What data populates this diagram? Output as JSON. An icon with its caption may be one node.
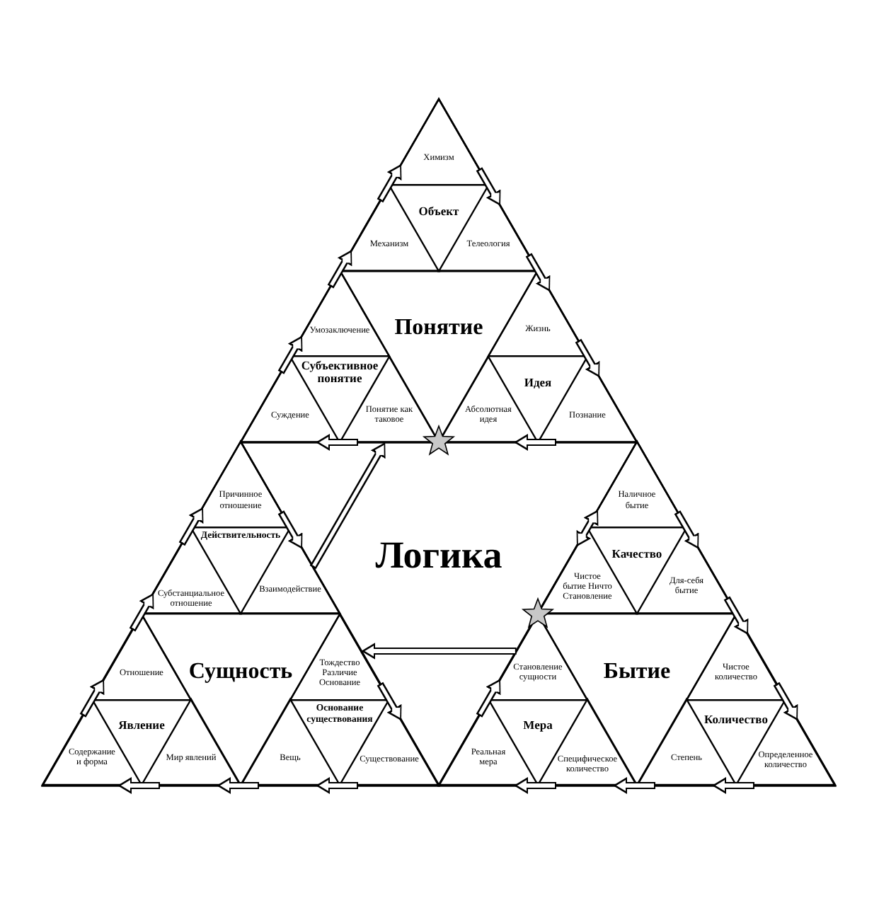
{
  "diagram": {
    "nodes": [
      {
        "text": [
          "Понятие"
        ]
      },
      {
        "text": [
          "Объект"
        ],
        "in": 0
      },
      {
        "text": [
          "Химизм"
        ],
        "in": 1
      },
      {
        "text": [
          "Механизм"
        ],
        "in": 1
      },
      {
        "text": [
          "Телеология"
        ],
        "in": 1
      },
      {
        "text": [
          "Субъективное понятие"
        ],
        "in": 0
      },
      {
        "text": [
          "Умозаключение"
        ],
        "in": 5
      },
      {
        "text": [
          "Суждение"
        ],
        "in": 5
      },
      {
        "text": [
          "Понятие как таковое"
        ],
        "in": 5
      },
      {
        "text": [
          "Идея"
        ],
        "in": 0
      },
      {
        "text": [
          "Жизнь"
        ],
        "in": 9
      },
      {
        "text": [
          "Абсолютная идея"
        ],
        "in": 9
      },
      {
        "text": [
          "Познание"
        ],
        "in": 9
      },
      {
        "text": [
          "Логика"
        ]
      },
      {
        "text": [
          "Сущность"
        ]
      },
      {
        "text": [
          "Действительность"
        ],
        "in": 14
      },
      {
        "text": [
          "Причинное отношение"
        ],
        "in": 15
      },
      {
        "text": [
          "Субстанциальное отношение"
        ],
        "in": 15
      },
      {
        "text": [
          "Взаимодействие"
        ],
        "in": 15
      },
      {
        "text": [
          "Явление"
        ],
        "in": 14
      },
      {
        "text": [
          "Отношение"
        ],
        "in": 19
      },
      {
        "text": [
          "Содержание и форма"
        ],
        "in": 19
      },
      {
        "text": [
          "Мир явлений"
        ],
        "in": 19
      },
      {
        "text": [
          "Основание существования"
        ],
        "in": 14
      },
      {
        "text": [
          "Тождество Различие Основание"
        ],
        "in": 23
      },
      {
        "text": [
          "Вещь"
        ],
        "in": 23
      },
      {
        "text": [
          "Существование"
        ],
        "in": 23
      },
      {
        "text": [
          "Бытие"
        ]
      },
      {
        "text": [
          "Качество"
        ],
        "in": 27
      },
      {
        "text": [
          "Наличное бытие"
        ],
        "in": 28
      },
      {
        "text": [
          "Чистое бытие Ничто Становление"
        ],
        "in": 28
      },
      {
        "text": [
          "Для-себя бытие"
        ],
        "in": 28
      },
      {
        "text": [
          "Мера"
        ],
        "in": 27
      },
      {
        "text": [
          "Становление сущности"
        ],
        "in": 32
      },
      {
        "text": [
          "Реальная мера"
        ],
        "in": 32
      },
      {
        "text": [
          "Специфическое количество"
        ],
        "in": 32
      },
      {
        "text": [
          "Количество"
        ],
        "in": 27
      },
      {
        "text": [
          "Чистое количество"
        ],
        "in": 36
      },
      {
        "text": [
          "Степень"
        ],
        "in": 36
      },
      {
        "text": [
          "Определенное количество"
        ],
        "in": 36
      }
    ],
    "edges": [
      {
        "from": 8,
        "to": 7,
        "arrow": "to"
      },
      {
        "from": 7,
        "to": 6,
        "arrow": "to"
      },
      {
        "from": 6,
        "to": 3,
        "arrow": "to"
      },
      {
        "from": 3,
        "to": 2,
        "arrow": "to"
      },
      {
        "from": 2,
        "to": 4,
        "arrow": "to"
      },
      {
        "from": 4,
        "to": 10,
        "arrow": "to"
      },
      {
        "from": 10,
        "to": 12,
        "arrow": "to"
      },
      {
        "from": 12,
        "to": 11,
        "arrow": "to"
      },
      {
        "from": 24,
        "to": 26,
        "arrow": "to"
      },
      {
        "from": 26,
        "to": 25,
        "arrow": "to"
      },
      {
        "from": 25,
        "to": 22,
        "arrow": "to"
      },
      {
        "from": 22,
        "to": 21,
        "arrow": "to"
      },
      {
        "from": 21,
        "to": 20,
        "arrow": "to"
      },
      {
        "from": 20,
        "to": 17,
        "arrow": "to"
      },
      {
        "from": 17,
        "to": 16,
        "arrow": "to"
      },
      {
        "from": 16,
        "to": 18,
        "arrow": "to"
      },
      {
        "from": 30,
        "to": 29,
        "arrow": "both"
      },
      {
        "from": 29,
        "to": 31,
        "arrow": "to"
      },
      {
        "from": 31,
        "to": 37,
        "arrow": "to"
      },
      {
        "from": 37,
        "to": 39,
        "arrow": "to"
      },
      {
        "from": 39,
        "to": 38,
        "arrow": "to"
      },
      {
        "from": 38,
        "to": 35,
        "arrow": "to"
      },
      {
        "from": 35,
        "to": 34,
        "arrow": "to"
      },
      {
        "from": 34,
        "to": 33,
        "arrow": "to"
      },
      {
        "from": 33,
        "to": 24,
        "arrow": "to"
      },
      {
        "from": 18,
        "to": 8,
        "arrow": "to"
      }
    ]
  }
}
